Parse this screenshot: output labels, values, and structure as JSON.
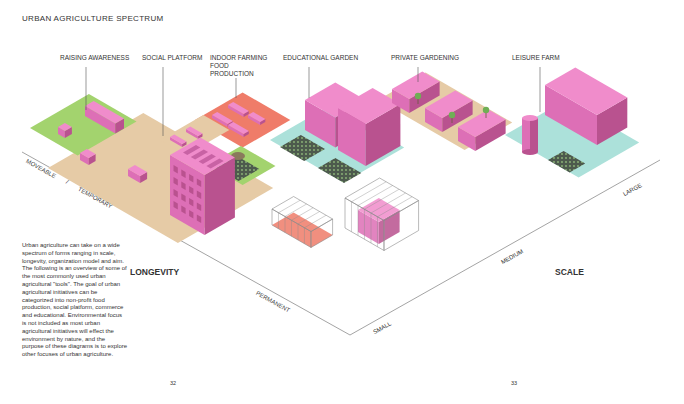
{
  "diagram": {
    "title": "URBAN AGRICULTURE SPECTRUM",
    "labels": [
      "RAISING AWARENESS",
      "SOCIAL PLATFORM",
      "INDOOR FARMING FOOD PRODUCTION",
      "EDUCATIONAL GARDEN",
      "PRIVATE GARDENING",
      "LEISURE FARM",
      "MOVEABLE",
      "/",
      "TEMPORARY",
      "PERMANENT",
      "LONGEVITY",
      "SMALL",
      "MEDIUM",
      "LARGE",
      "SCALE",
      "Urban agriculture can take on a wide spectrum of forms ranging in scale, longevity, organization model and aim. The following is an overview of some of the most commonly used urban agricultural \"tools\". The goal of urban agricultural initiatives can be categorized into non-profit food production, social platform, commerce and educational. Environmental focus is not included as most urban agricultural initiatives will effect the environment by nature, and the purpose of these diagrams is to explore other focuses of urban agriculture.",
      "32",
      "33"
    ]
  }
}
